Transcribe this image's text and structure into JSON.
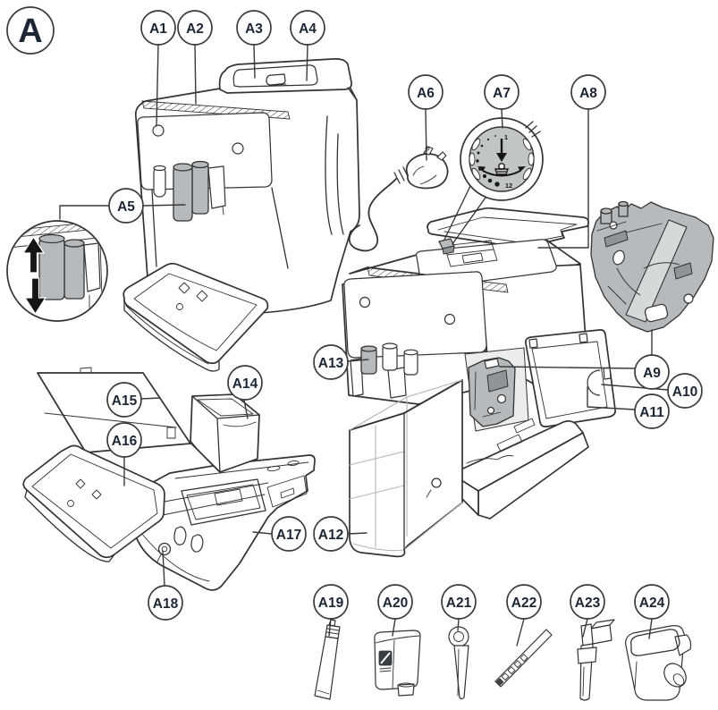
{
  "diagram": {
    "badge": "A",
    "callouts": [
      "A1",
      "A2",
      "A3",
      "A4",
      "A5",
      "A6",
      "A7",
      "A8",
      "A9",
      "A10",
      "A11",
      "A12",
      "A13",
      "A14",
      "A15",
      "A16",
      "A17",
      "A18",
      "A19",
      "A20",
      "A21",
      "A22",
      "A23",
      "A24"
    ],
    "dial": {
      "min": "1",
      "max": "12"
    },
    "colors": {
      "line": "#333333",
      "part_gray": "#b6babc",
      "dial_gray": "#c2c5c6",
      "label_text": "#1c2634",
      "arrow_black": "#151515"
    }
  }
}
